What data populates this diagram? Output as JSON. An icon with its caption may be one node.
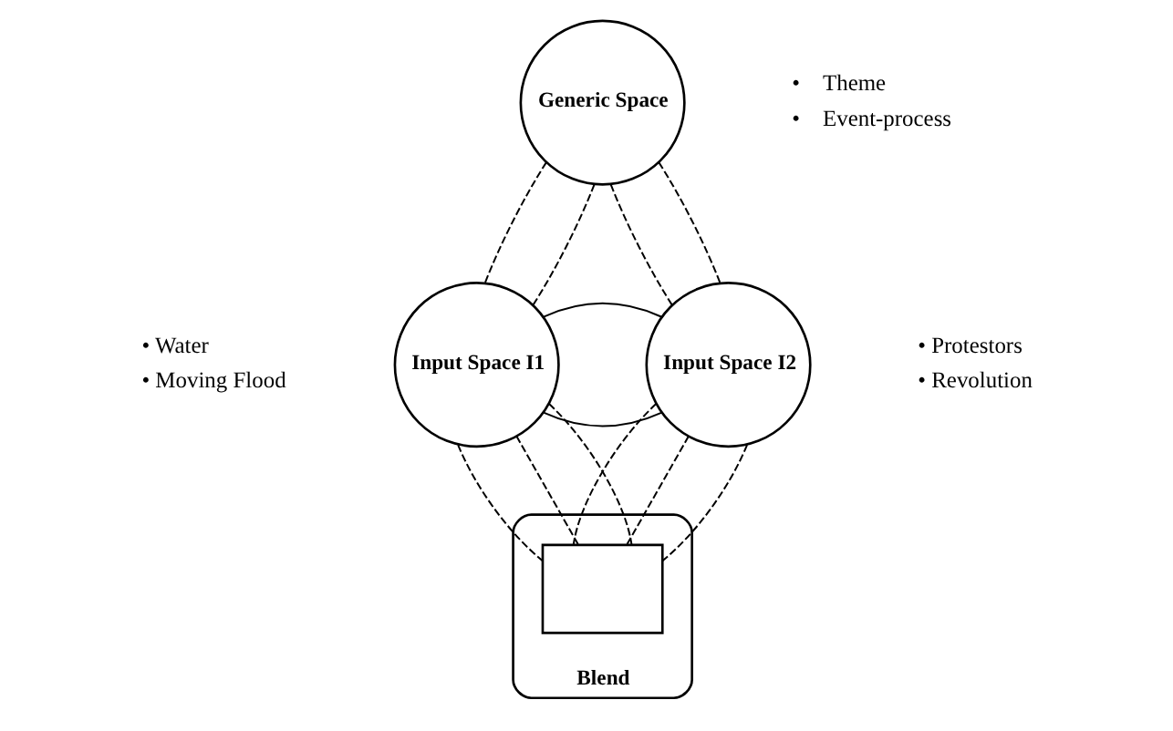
{
  "diagram": {
    "nodes": [
      {
        "text": [
          "Generic Space"
        ],
        "beside": [
          "•    Theme",
          "•    Event-process"
        ]
      },
      {
        "text": [
          "Input Space I1"
        ],
        "beside": [
          "• Water",
          "• Moving Flood"
        ]
      },
      {
        "text": [
          "Input Space I2"
        ],
        "beside": [
          "• Protestors",
          "• Revolution"
        ]
      },
      {
        "text": [
          "Blend"
        ]
      },
      {
        "text": [],
        "shape": "box",
        "in": 3
      }
    ],
    "edges": [
      {
        "from": 0,
        "to": 1,
        "arrow": "none",
        "style": "dashed"
      },
      {
        "from": 0,
        "to": 1,
        "arrow": "none",
        "style": "dashed"
      },
      {
        "from": 0,
        "to": 2,
        "arrow": "none",
        "style": "dashed"
      },
      {
        "from": 0,
        "to": 2,
        "arrow": "none",
        "style": "dashed"
      },
      {
        "from": 1,
        "to": 2,
        "arrow": "none"
      },
      {
        "from": 1,
        "to": 2,
        "arrow": "none"
      },
      {
        "from": 1,
        "to": 4,
        "arrow": "none",
        "style": "dashed"
      },
      {
        "from": 1,
        "to": 4,
        "arrow": "none",
        "style": "dashed"
      },
      {
        "from": 1,
        "to": 4,
        "arrow": "none",
        "style": "dashed"
      },
      {
        "from": 2,
        "to": 4,
        "arrow": "none",
        "style": "dashed"
      },
      {
        "from": 2,
        "to": 4,
        "arrow": "none",
        "style": "dashed"
      },
      {
        "from": 2,
        "to": 4,
        "arrow": "none",
        "style": "dashed"
      }
    ]
  }
}
